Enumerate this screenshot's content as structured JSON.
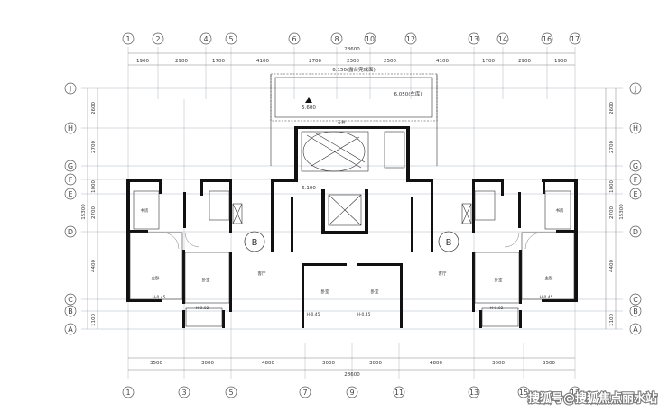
{
  "axes": {
    "top": [
      "1",
      "2",
      "4",
      "5",
      "6",
      "8",
      "10",
      "12",
      "13",
      "14",
      "16",
      "17"
    ],
    "bottom": [
      "1",
      "3",
      "5",
      "7",
      "9",
      "11",
      "13",
      "15",
      "17"
    ],
    "rows": [
      "J",
      "H",
      "G",
      "F",
      "E",
      "D",
      "C",
      "B",
      "A"
    ]
  },
  "dimensions": {
    "top_total": "28600",
    "top": [
      "1900",
      "2900",
      "1700",
      "4100",
      "2700",
      "2300",
      "2500",
      "4100",
      "1700",
      "2900",
      "1900"
    ],
    "bottom": [
      "3500",
      "3000",
      "4800",
      "3000",
      "3000",
      "4800",
      "3000",
      "3500"
    ],
    "bottom_total": "28600",
    "side": [
      "2600",
      "2700",
      "1000",
      "2700",
      "4400",
      "1100"
    ],
    "side_total": "15300"
  },
  "elevations": [
    "6.150(露台完成面)",
    "6.050(车库)",
    "5.600",
    "6.100",
    "H-0.45",
    "H-0.02",
    "H-0.45",
    "H-0.45",
    "H-0.02",
    "H-0.45"
  ],
  "rooms": [
    "天井",
    "书房",
    "主卧",
    "卧室",
    "客厅",
    "卧室",
    "卧室",
    "客厅",
    "卧室",
    "主卧",
    "书房"
  ],
  "units": [
    "B",
    "B"
  ],
  "watermark": "搜狐号@搜狐焦点丽水站"
}
